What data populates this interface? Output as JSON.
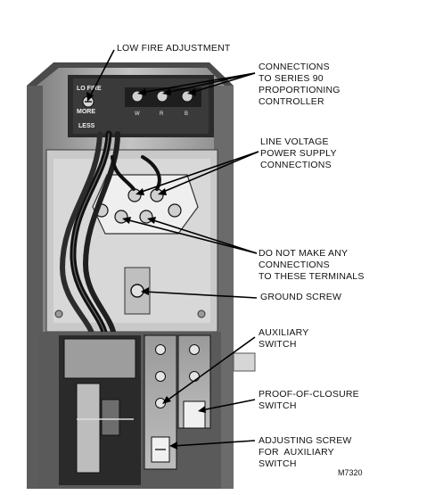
{
  "callouts": {
    "low_fire": "LOW FIRE ADJUSTMENT",
    "series90": "CONNECTIONS\nTO SERIES 90\nPROPORTIONING\nCONTROLLER",
    "line_voltage": "LINE VOLTAGE\nPOWER SUPPLY\nCONNECTIONS",
    "do_not_connect": "DO NOT MAKE ANY\nCONNECTIONS\nTO THESE TERMINALS",
    "ground_screw": "GROUND SCREW",
    "auxiliary_switch": "AUXILIARY\nSWITCH",
    "proof_of_closure": "PROOF-OF-CLOSURE\nSWITCH",
    "adjusting_screw": "ADJUSTING SCREW\nFOR  AUXILIARY\nSWITCH"
  },
  "panel_labels": {
    "lo_fire": "LO FIRE",
    "more": "MORE",
    "less": "LESS",
    "terminal_w": "W",
    "terminal_r": "R",
    "terminal_b": "B"
  },
  "figure_number": "M7320"
}
